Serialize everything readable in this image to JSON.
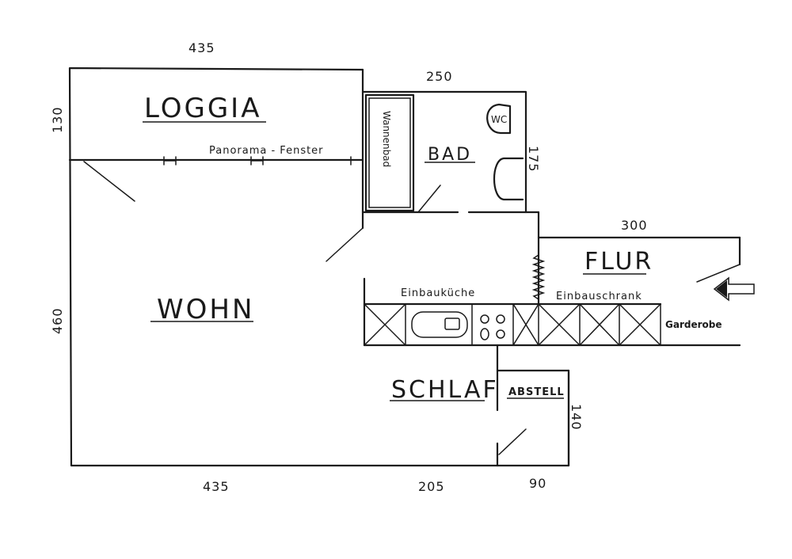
{
  "rooms": {
    "loggia": "LOGGIA",
    "wohn": "WOHN",
    "bad": "BAD",
    "flur": "FLUR",
    "schlaf": "SCHLAF",
    "abstell": "ABSTELL"
  },
  "labels": {
    "panorama": "Panorama - Fenster",
    "wannenbad": "Wannenbad",
    "wc": "WC",
    "einbaukueche": "Einbauküche",
    "einbauschrank": "Einbauschrank",
    "garderobe": "Garderobe"
  },
  "dimensions": {
    "top_left": "435",
    "top_bad": "250",
    "flur_top": "300",
    "left_upper": "130",
    "left_lower": "460",
    "bad_right": "175",
    "abstell_right": "140",
    "bottom_left": "435",
    "bottom_mid": "205",
    "bottom_right": "90"
  },
  "icons": [
    "entrance-arrow-icon",
    "bathtub-icon",
    "toilet-icon",
    "washbasin-icon",
    "sink-icon",
    "stove-icon"
  ]
}
